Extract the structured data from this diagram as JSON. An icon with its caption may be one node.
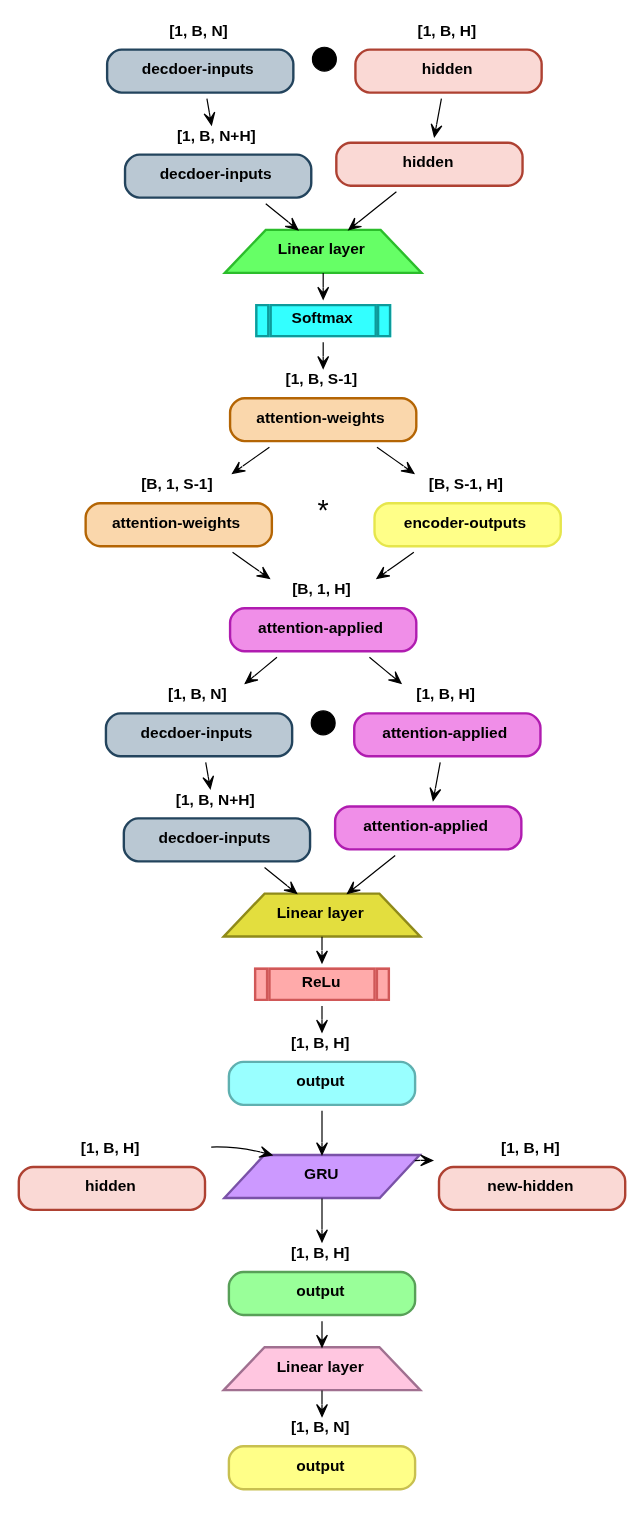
{
  "diagram": {
    "nodes": [
      {
        "text": [
          "decdoer-inputs"
        ],
        "beside": [
          "[1, B, N]"
        ]
      },
      {
        "text": [
          "hidden"
        ],
        "beside": [
          "[1, B, H]"
        ]
      },
      {
        "text": [],
        "shape": "circle"
      },
      {
        "text": [
          "decdoer-inputs"
        ],
        "beside": [
          "[1, B, N+H]"
        ]
      },
      {
        "text": [
          "hidden"
        ]
      },
      {
        "text": [
          "Linear layer"
        ]
      },
      {
        "text": [
          "Softmax"
        ]
      },
      {
        "text": [
          "attention-weights"
        ],
        "beside": [
          "[1, B, S-1]"
        ]
      },
      {
        "text": [
          "attention-weights"
        ],
        "beside": [
          "[B, 1, S-1]"
        ]
      },
      {
        "text": [
          "encoder-outputs"
        ],
        "beside": [
          "[B, S-1, H]"
        ]
      },
      {
        "text": [
          "attention-applied"
        ],
        "beside": [
          "[B, 1, H]"
        ]
      },
      {
        "text": [
          "decdoer-inputs"
        ],
        "beside": [
          "[1, B, N]"
        ]
      },
      {
        "text": [],
        "shape": "circle"
      },
      {
        "text": [
          "attention-applied"
        ],
        "beside": [
          "[1, B, H]"
        ]
      },
      {
        "text": [
          "decdoer-inputs"
        ],
        "beside": [
          "[1, B, N+H]"
        ]
      },
      {
        "text": [
          "attention-applied"
        ]
      },
      {
        "text": [
          "Linear layer"
        ]
      },
      {
        "text": [
          "ReLu"
        ]
      },
      {
        "text": [
          "output"
        ],
        "beside": [
          "[1, B, H]"
        ]
      },
      {
        "text": [
          "hidden"
        ],
        "beside": [
          "[1, B, H]"
        ]
      },
      {
        "text": [
          "GRU"
        ]
      },
      {
        "text": [
          "new-hidden"
        ],
        "beside": [
          "[1, B, H]"
        ]
      },
      {
        "text": [
          "output"
        ],
        "beside": [
          "[1, B, H]"
        ]
      },
      {
        "text": [
          "Linear layer"
        ]
      },
      {
        "text": [
          "output"
        ],
        "beside": [
          "[1, B, N]"
        ]
      }
    ],
    "edges": [
      {
        "from": 0,
        "to": 3,
        "arrow": "to"
      },
      {
        "from": 1,
        "to": 4,
        "arrow": "to"
      },
      {
        "from": 3,
        "to": 5,
        "arrow": "to"
      },
      {
        "from": 4,
        "to": 5,
        "arrow": "to"
      },
      {
        "from": 5,
        "to": 6,
        "arrow": "to"
      },
      {
        "from": 6,
        "to": 7,
        "arrow": "to"
      },
      {
        "from": 7,
        "to": 8,
        "arrow": "to"
      },
      {
        "from": 7,
        "to": 9,
        "arrow": "to"
      },
      {
        "from": 8,
        "to": 10,
        "arrow": "to"
      },
      {
        "from": 9,
        "to": 10,
        "arrow": "to"
      },
      {
        "from": 10,
        "to": 11,
        "arrow": "to"
      },
      {
        "from": 10,
        "to": 13,
        "arrow": "to"
      },
      {
        "from": 11,
        "to": 14,
        "arrow": "to"
      },
      {
        "from": 13,
        "to": 15,
        "arrow": "to"
      },
      {
        "from": 14,
        "to": 16,
        "arrow": "to"
      },
      {
        "from": 15,
        "to": 16,
        "arrow": "to"
      },
      {
        "from": 16,
        "to": 17,
        "arrow": "to"
      },
      {
        "from": 17,
        "to": 18,
        "arrow": "to"
      },
      {
        "from": 18,
        "to": 20,
        "arrow": "to"
      },
      {
        "from": 19,
        "to": 20,
        "arrow": "to"
      },
      {
        "from": 20,
        "to": 21,
        "arrow": "to"
      },
      {
        "from": 20,
        "to": 22,
        "arrow": "to"
      },
      {
        "from": 22,
        "to": 23,
        "arrow": "to"
      },
      {
        "from": 23,
        "to": 24,
        "arrow": "to"
      }
    ],
    "labels": [
      "*"
    ]
  }
}
